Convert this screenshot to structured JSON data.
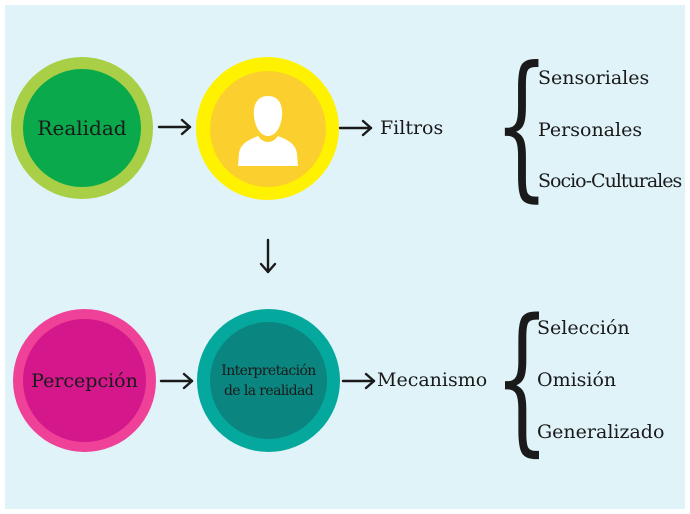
{
  "nodes": {
    "realidad": {
      "label": "Realidad",
      "outer": "#a8cf45",
      "inner": "#0aa94c"
    },
    "persona": {
      "icon": "person-icon",
      "outer": "#fff200",
      "inner": "#fbd02e"
    },
    "percepcion": {
      "label": "Percepción",
      "outer": "#ee4197",
      "inner": "#d4178b"
    },
    "interpretacion": {
      "label_line1": "Interpretación",
      "label_line2": "de la realidad",
      "outer": "#05a89d",
      "inner": "#0b8580"
    }
  },
  "filtros": {
    "label": "Filtros",
    "items": [
      "Sensoriales",
      "Personales",
      "Socio-Culturales"
    ]
  },
  "mecanismo": {
    "label": "Mecanismo",
    "items": [
      "Selección",
      "Omisión",
      "Generalizado"
    ]
  }
}
